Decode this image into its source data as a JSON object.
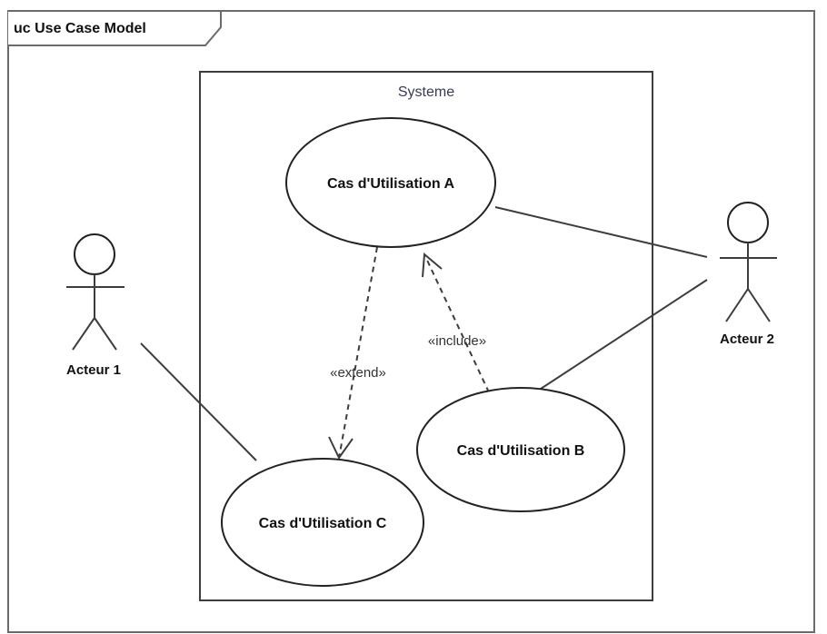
{
  "diagram": {
    "frame_title": "uc Use Case Model",
    "system_boundary": "Systeme",
    "use_cases": {
      "a": "Cas d'Utilisation A",
      "b": "Cas d'Utilisation B",
      "c": "Cas d'Utilisation C"
    },
    "actors": {
      "actor1": "Acteur 1",
      "actor2": "Acteur 2"
    },
    "relationships": {
      "extend": "«extend»",
      "include": "«include»"
    }
  }
}
